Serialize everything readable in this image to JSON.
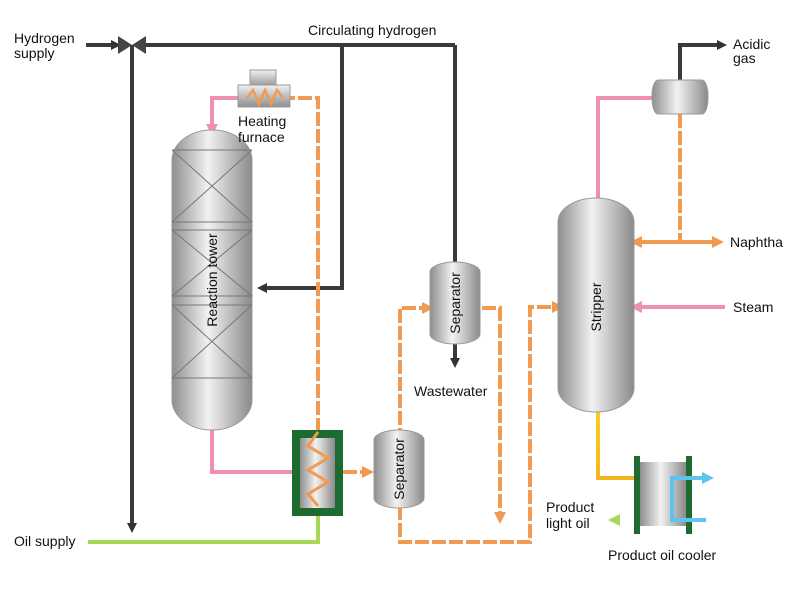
{
  "labels": {
    "hydrogen_supply": [
      "Hydrogen",
      "supply"
    ],
    "circulating_hydrogen": "Circulating hydrogen",
    "heating_furnace": [
      "Heating",
      "furnace"
    ],
    "reaction_tower": "Reaction tower",
    "separator_top": "Separator",
    "separator_bottom": "Separator",
    "wastewater": "Wastewater",
    "stripper": "Stripper",
    "acidic_gas": [
      "Acidic",
      "gas"
    ],
    "naphtha": "Naphtha",
    "steam": "Steam",
    "product_light_oil": [
      "Product",
      "light oil"
    ],
    "product_oil_cooler": "Product oil cooler",
    "oil_supply": "Oil supply"
  },
  "colors": {
    "hydrogen_line": "#3a3a3a",
    "hot_oil": "#f39a52",
    "pink_line": "#ef8fb4",
    "oil_supply": "#a8d656",
    "product_yellow": "#f4d21e",
    "coolant": "#5ec4ee",
    "exchanger_frame": "#1d6b2e"
  }
}
